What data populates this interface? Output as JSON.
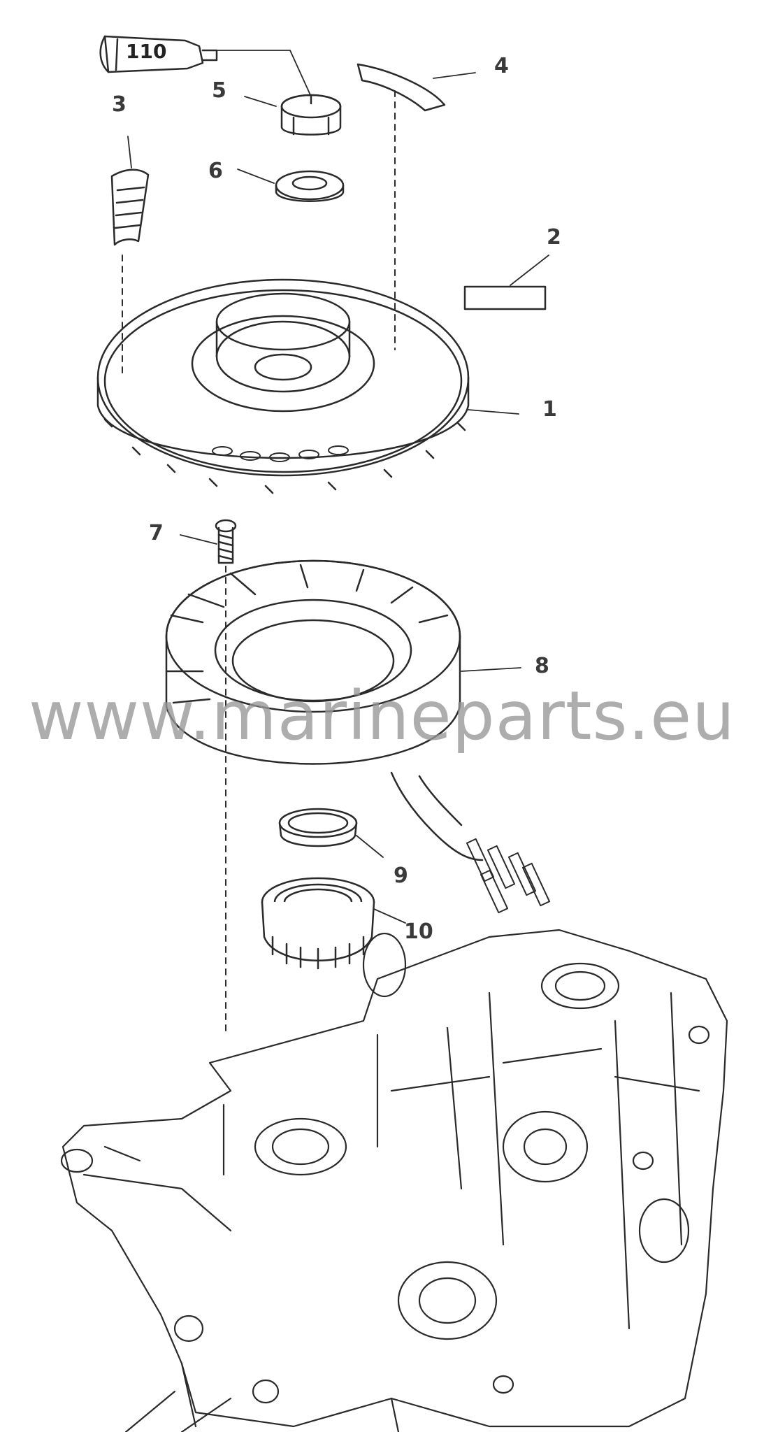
{
  "diagram": {
    "tube_label": "110",
    "callouts": [
      "1",
      "2",
      "3",
      "4",
      "5",
      "6",
      "7",
      "8",
      "9",
      "10"
    ],
    "watermark": "www.marineparts.eu"
  }
}
